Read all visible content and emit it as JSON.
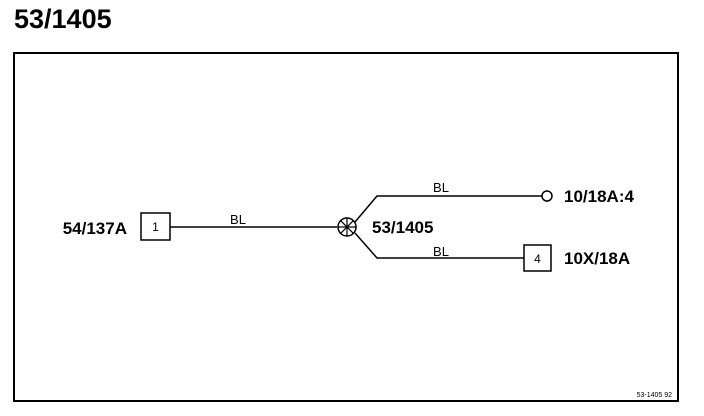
{
  "title": "53/1405",
  "diagram": {
    "left_connector": {
      "label": "54/137A",
      "pin": "1"
    },
    "wire_main": {
      "color_code": "BL"
    },
    "splice": {
      "label": "53/1405"
    },
    "wire_upper": {
      "color_code": "BL"
    },
    "upper_terminal": {
      "label": "10/18A:4"
    },
    "wire_lower": {
      "color_code": "BL"
    },
    "right_connector": {
      "label": "10X/18A",
      "pin": "4"
    },
    "footer_ref": "53-1405  92"
  }
}
